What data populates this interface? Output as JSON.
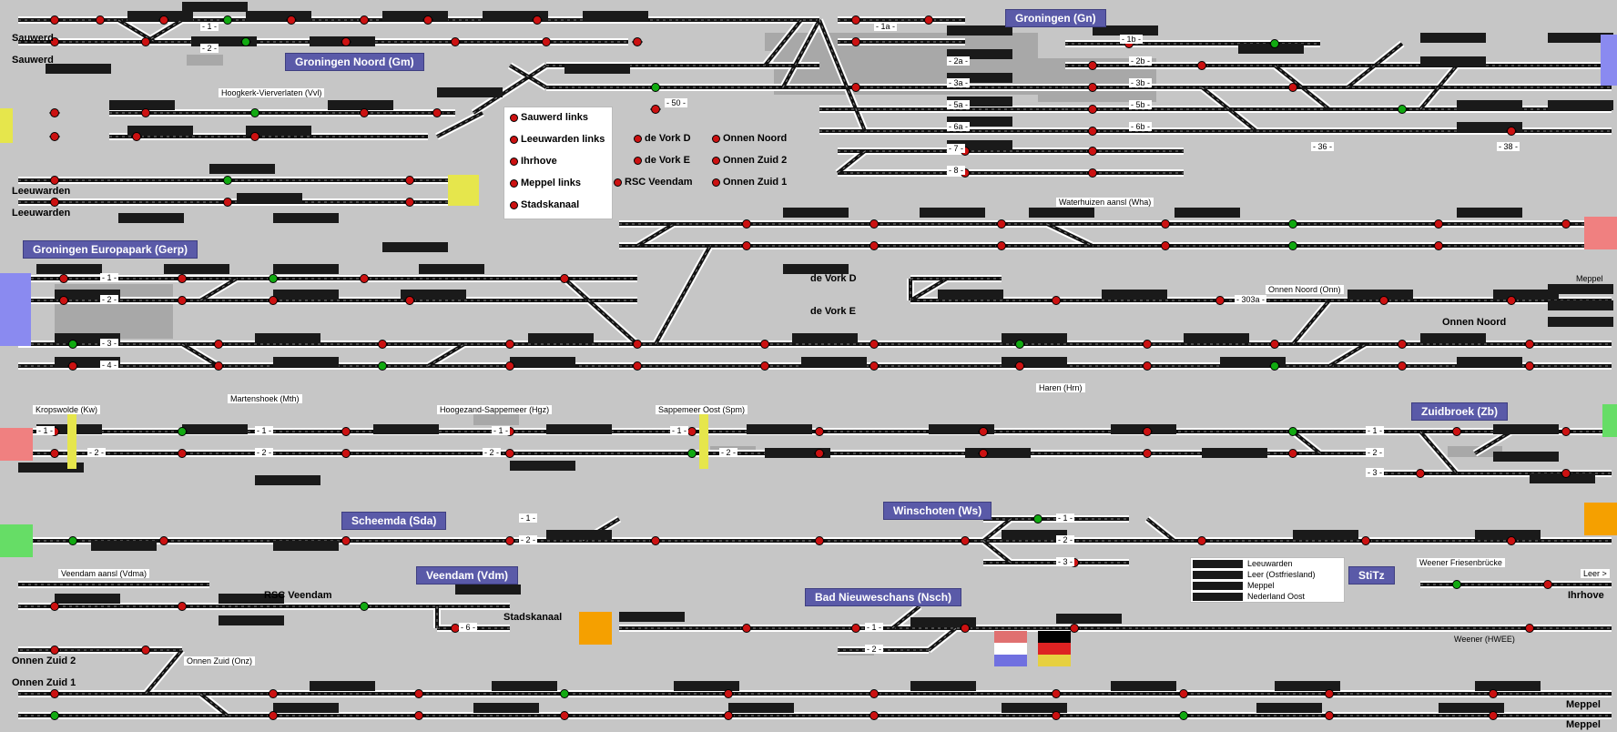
{
  "stations": [
    {
      "id": "groningen",
      "label": "Groningen (Gn)"
    },
    {
      "id": "groningen-noord",
      "label": "Groningen Noord (Gm)"
    },
    {
      "id": "groningen-europapark",
      "label": "Groningen Europapark (Gerp)"
    },
    {
      "id": "zuidbroek",
      "label": "Zuidbroek (Zb)"
    },
    {
      "id": "scheemda",
      "label": "Scheemda (Sda)"
    },
    {
      "id": "winschoten",
      "label": "Winschoten (Ws)"
    },
    {
      "id": "veendam",
      "label": "Veendam (Vdm)"
    },
    {
      "id": "bad-nieuweschans",
      "label": "Bad Nieuweschans (Nsch)"
    },
    {
      "id": "stitz",
      "label": "StiTz"
    }
  ],
  "endpoints": [
    "Sauwerd",
    "Sauwerd",
    "Leeuwarden",
    "Leeuwarden",
    "de Vork D",
    "de Vork E",
    "Onnen Noord",
    "RSC Veendam",
    "Stadskanaal",
    "Onnen Zuid 2",
    "Onnen Zuid 1",
    "Ihrhove",
    "Meppel",
    "Meppel"
  ],
  "small_labels": [
    "Hoogkerk-Vierverlaten (Vvl)",
    "Waterhuizen aansl (Wha)",
    "Onnen Noord (Onn)",
    "Haren (Hrn)",
    "Kropswolde (Kw)",
    "Martenshoek (Mth)",
    "Hoogezand-Sappemeer (Hgz)",
    "Sappemeer Oost (Spm)",
    "Veendam aansl (Vdma)",
    "Onnen Zuid (Onz)",
    "Weener Friesenbrücke",
    "Weener (HWEE)",
    "Meppel",
    "Leer >"
  ],
  "signal_legend": {
    "col1": [
      "Sauwerd links",
      "Leeuwarden links",
      "Ihrhove",
      "Meppel links",
      "Stadskanaal"
    ],
    "col2": [
      "de Vork D",
      "de Vork E",
      "RSC Veendam"
    ],
    "col3": [
      "Onnen Noord",
      "Onnen Zuid 2",
      "Onnen Zuid 1"
    ]
  },
  "line_legend": [
    "Leeuwarden",
    "Leer (Ostfriesland)",
    "Meppel",
    "Nederland Oost"
  ],
  "track_numbers": {
    "groningen": [
      "1a",
      "1b",
      "2a",
      "2b",
      "3a",
      "3b",
      "5a",
      "5b",
      "6a",
      "6b",
      "7",
      "8"
    ],
    "groningen_noord": [
      "1",
      "2"
    ],
    "groningen_west": [
      "50"
    ],
    "groningen_east": [
      "36",
      "38"
    ],
    "europapark": [
      "1",
      "2",
      "3",
      "4"
    ],
    "onnen": [
      "303a"
    ],
    "kropswolde": [
      "1",
      "2"
    ],
    "martenshoek": [
      "1",
      "2"
    ],
    "hoogezand": [
      "1",
      "2"
    ],
    "sappemeer": [
      "1",
      "2"
    ],
    "zuidbroek": [
      "1",
      "2",
      "3"
    ],
    "scheemda": [
      "1",
      "2"
    ],
    "winschoten": [
      "1",
      "2",
      "3"
    ],
    "veendam": [
      "6"
    ],
    "nieuweschans": [
      "1",
      "2"
    ]
  },
  "colors": {
    "background": "#c6c6c6",
    "station_bg": "#5a5aa8",
    "track": "#111111",
    "track_border": "#ffffff",
    "signal_red": "#cc1111",
    "signal_green": "#11aa11",
    "block_dark": "#1a1a1a",
    "shade": "#a8a8a8",
    "edge_yellow": "#e6e64c",
    "edge_pink": "#f08080",
    "edge_green": "#66dd66",
    "edge_orange": "#f5a000",
    "edge_blue": "#8a8af0",
    "flag_nl": [
      "#e07070",
      "#ffffff",
      "#7070e0"
    ],
    "flag_de": [
      "#000000",
      "#dd2222",
      "#e6d040"
    ]
  }
}
